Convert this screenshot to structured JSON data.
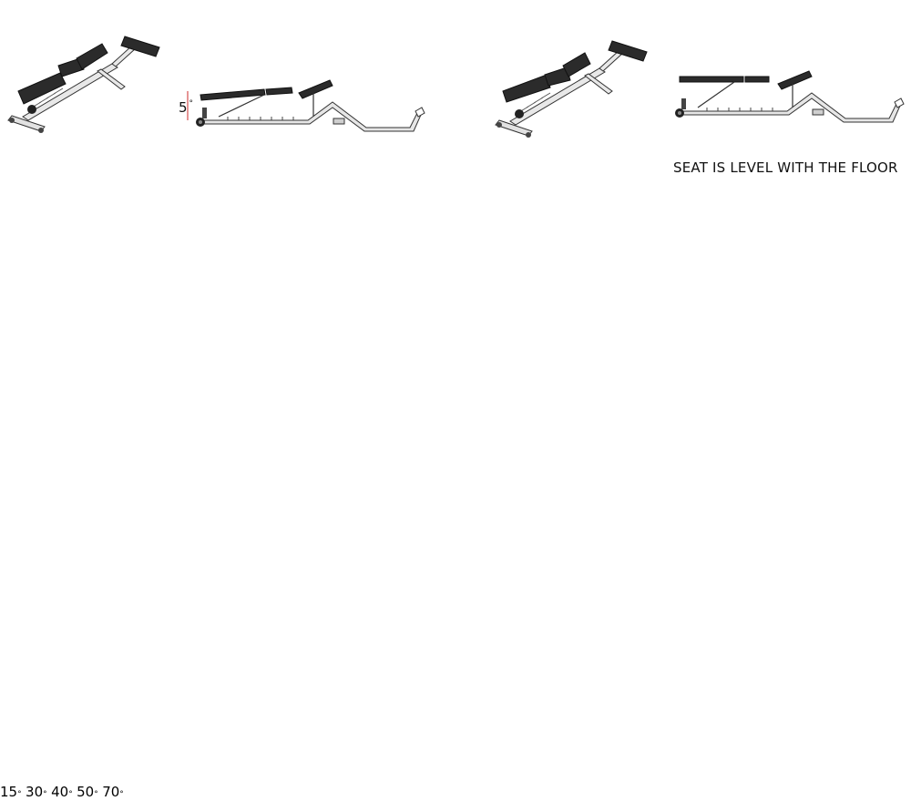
{
  "caption": "SEAT IS LEVEL WITH THE FLOOR",
  "angles": [
    {
      "value": "5",
      "unit": "°"
    },
    {
      "value": "15",
      "unit": "°"
    },
    {
      "value": "30",
      "unit": "°"
    },
    {
      "value": "40",
      "unit": "°"
    },
    {
      "value": "50",
      "unit": "°"
    },
    {
      "value": "70",
      "unit": "°"
    }
  ],
  "colors": {
    "pad": "#2b2b2b",
    "frame": "#dedede",
    "outline": "#333333",
    "measure": "#cc2b2b"
  }
}
